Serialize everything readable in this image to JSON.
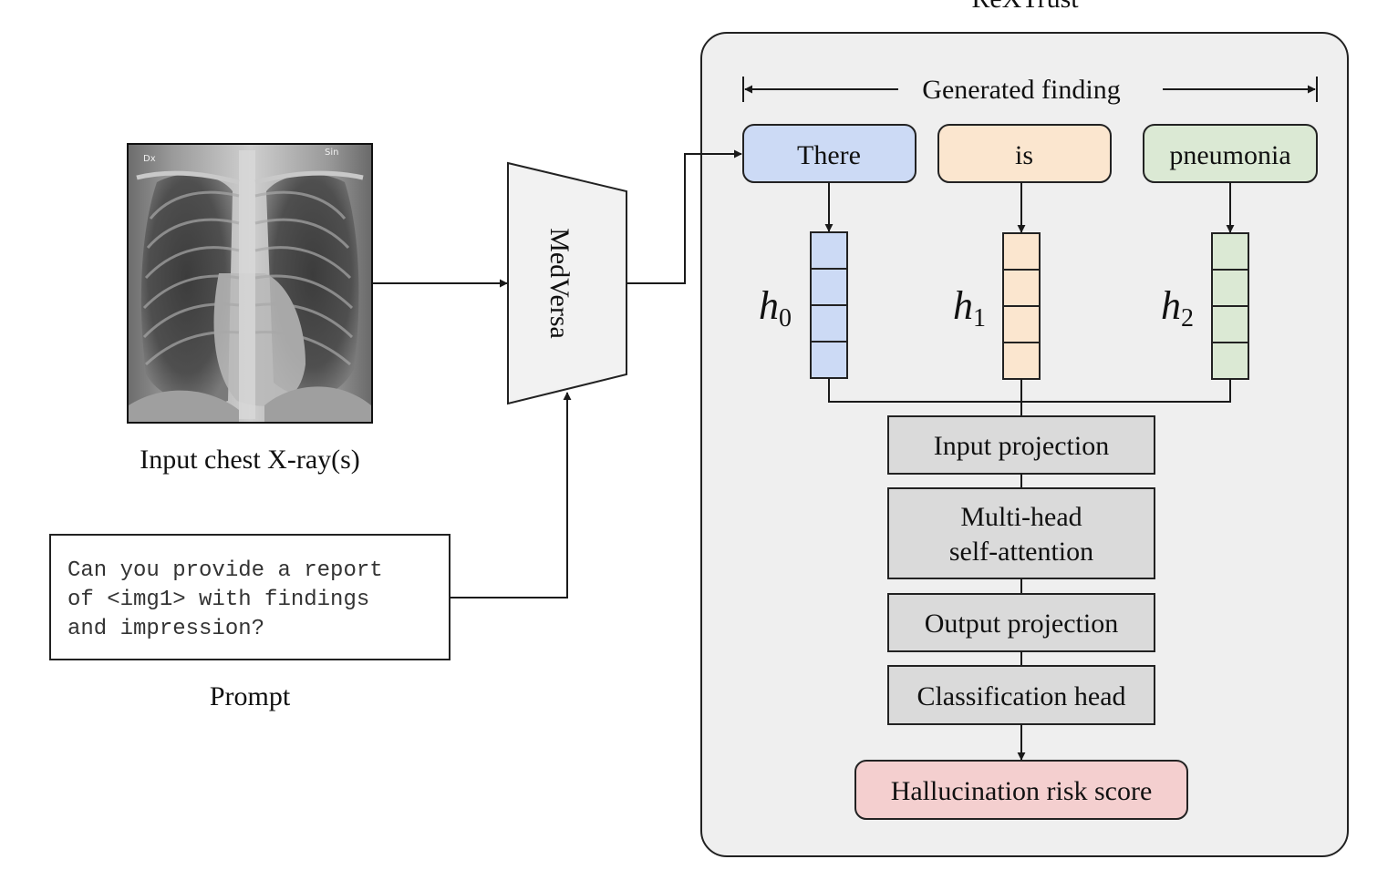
{
  "title": "ReXTrust",
  "xray": {
    "caption": "Input chest X-ray(s)",
    "marker_left": "Dx",
    "marker_right": "Sin"
  },
  "prompt": {
    "lines": [
      "Can you provide a report",
      "of <img1> with findings",
      "and impression?"
    ],
    "caption": "Prompt"
  },
  "model": {
    "label": "MedVersa"
  },
  "finding": {
    "label": "Generated finding",
    "tokens": [
      {
        "text": "There",
        "hidden_base": "h",
        "hidden_sub": "0",
        "fill": "#ccdaf5",
        "stroke": "#c8d8f2"
      },
      {
        "text": "is",
        "hidden_base": "h",
        "hidden_sub": "1",
        "fill": "#fbe6cf",
        "stroke": "#f6e3cb"
      },
      {
        "text": "pneumonia",
        "hidden_base": "h",
        "hidden_sub": "2",
        "fill": "#dbe9d4",
        "stroke": "#d8e8d0"
      }
    ]
  },
  "pipeline": [
    {
      "lines": [
        "Input projection"
      ]
    },
    {
      "lines": [
        "Multi-head",
        "self-attention"
      ]
    },
    {
      "lines": [
        "Output projection"
      ]
    },
    {
      "lines": [
        "Classification head"
      ]
    }
  ],
  "output": {
    "label": "Hallucination risk score",
    "fill": "#f4cfcf"
  },
  "colors": {
    "panel": "#efefef",
    "block": "#dadada",
    "line": "#1a1a1a"
  }
}
